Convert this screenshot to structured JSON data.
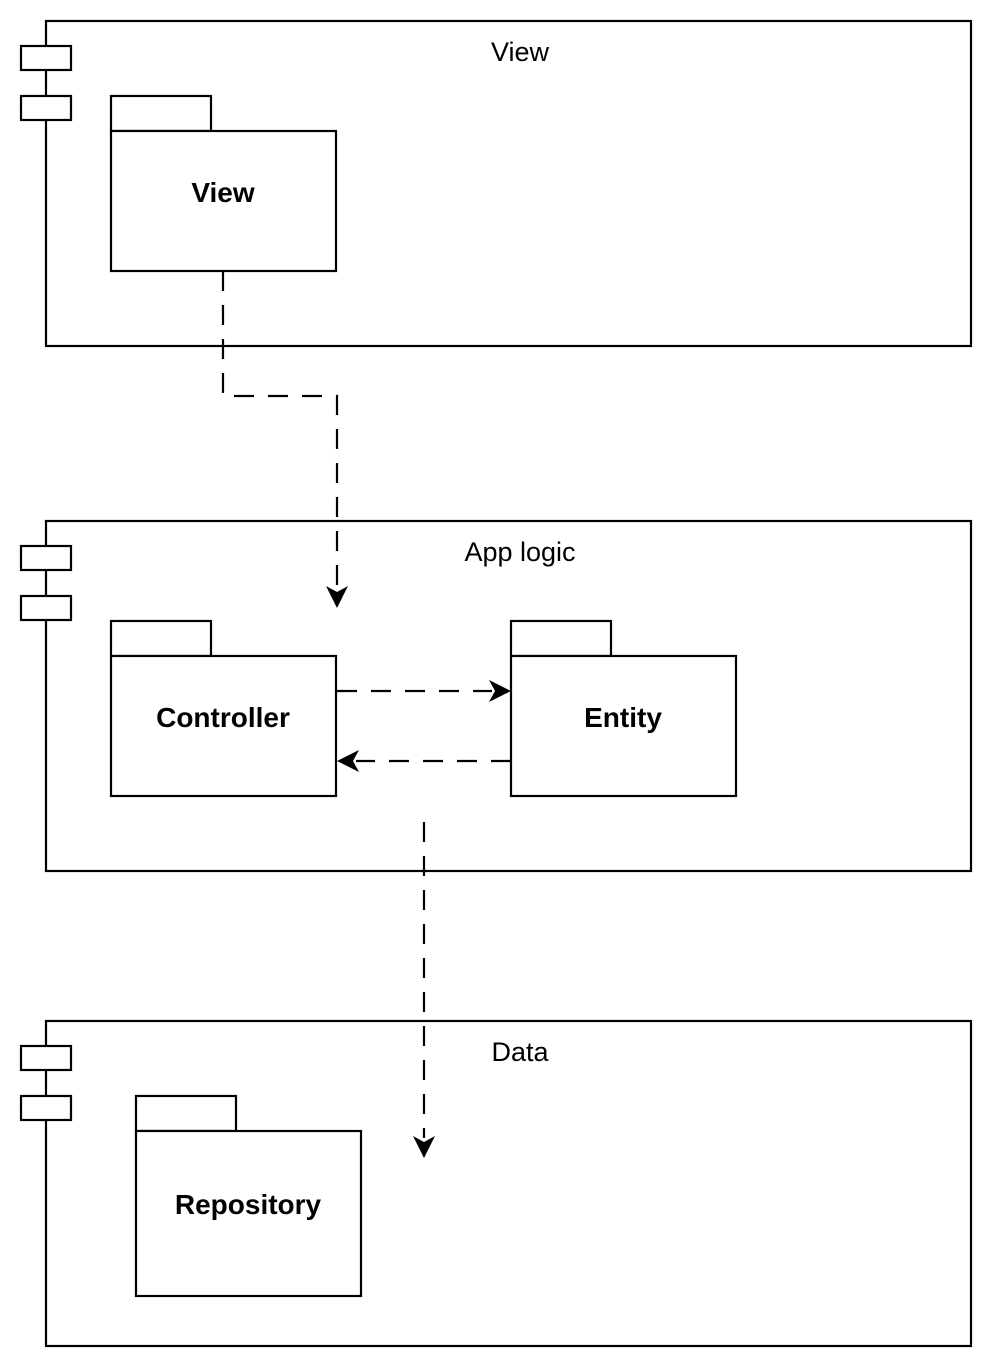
{
  "diagram": {
    "components": [
      {
        "id": "view-layer",
        "title": "View",
        "packages": [
          {
            "id": "pkg-view",
            "label": "View"
          }
        ]
      },
      {
        "id": "app-logic-layer",
        "title": "App logic",
        "packages": [
          {
            "id": "pkg-controller",
            "label": "Controller"
          },
          {
            "id": "pkg-entity",
            "label": "Entity"
          }
        ]
      },
      {
        "id": "data-layer",
        "title": "Data",
        "packages": [
          {
            "id": "pkg-repository",
            "label": "Repository"
          }
        ]
      }
    ],
    "dependencies": [
      {
        "from": "View",
        "to": "Controller",
        "style": "dashed"
      },
      {
        "from": "Controller",
        "to": "Entity",
        "style": "dashed"
      },
      {
        "from": "Entity",
        "to": "Controller",
        "style": "dashed"
      },
      {
        "from": "App logic",
        "to": "Data",
        "style": "dashed"
      }
    ],
    "colors": {
      "stroke": "#000000",
      "fill": "#ffffff"
    }
  }
}
